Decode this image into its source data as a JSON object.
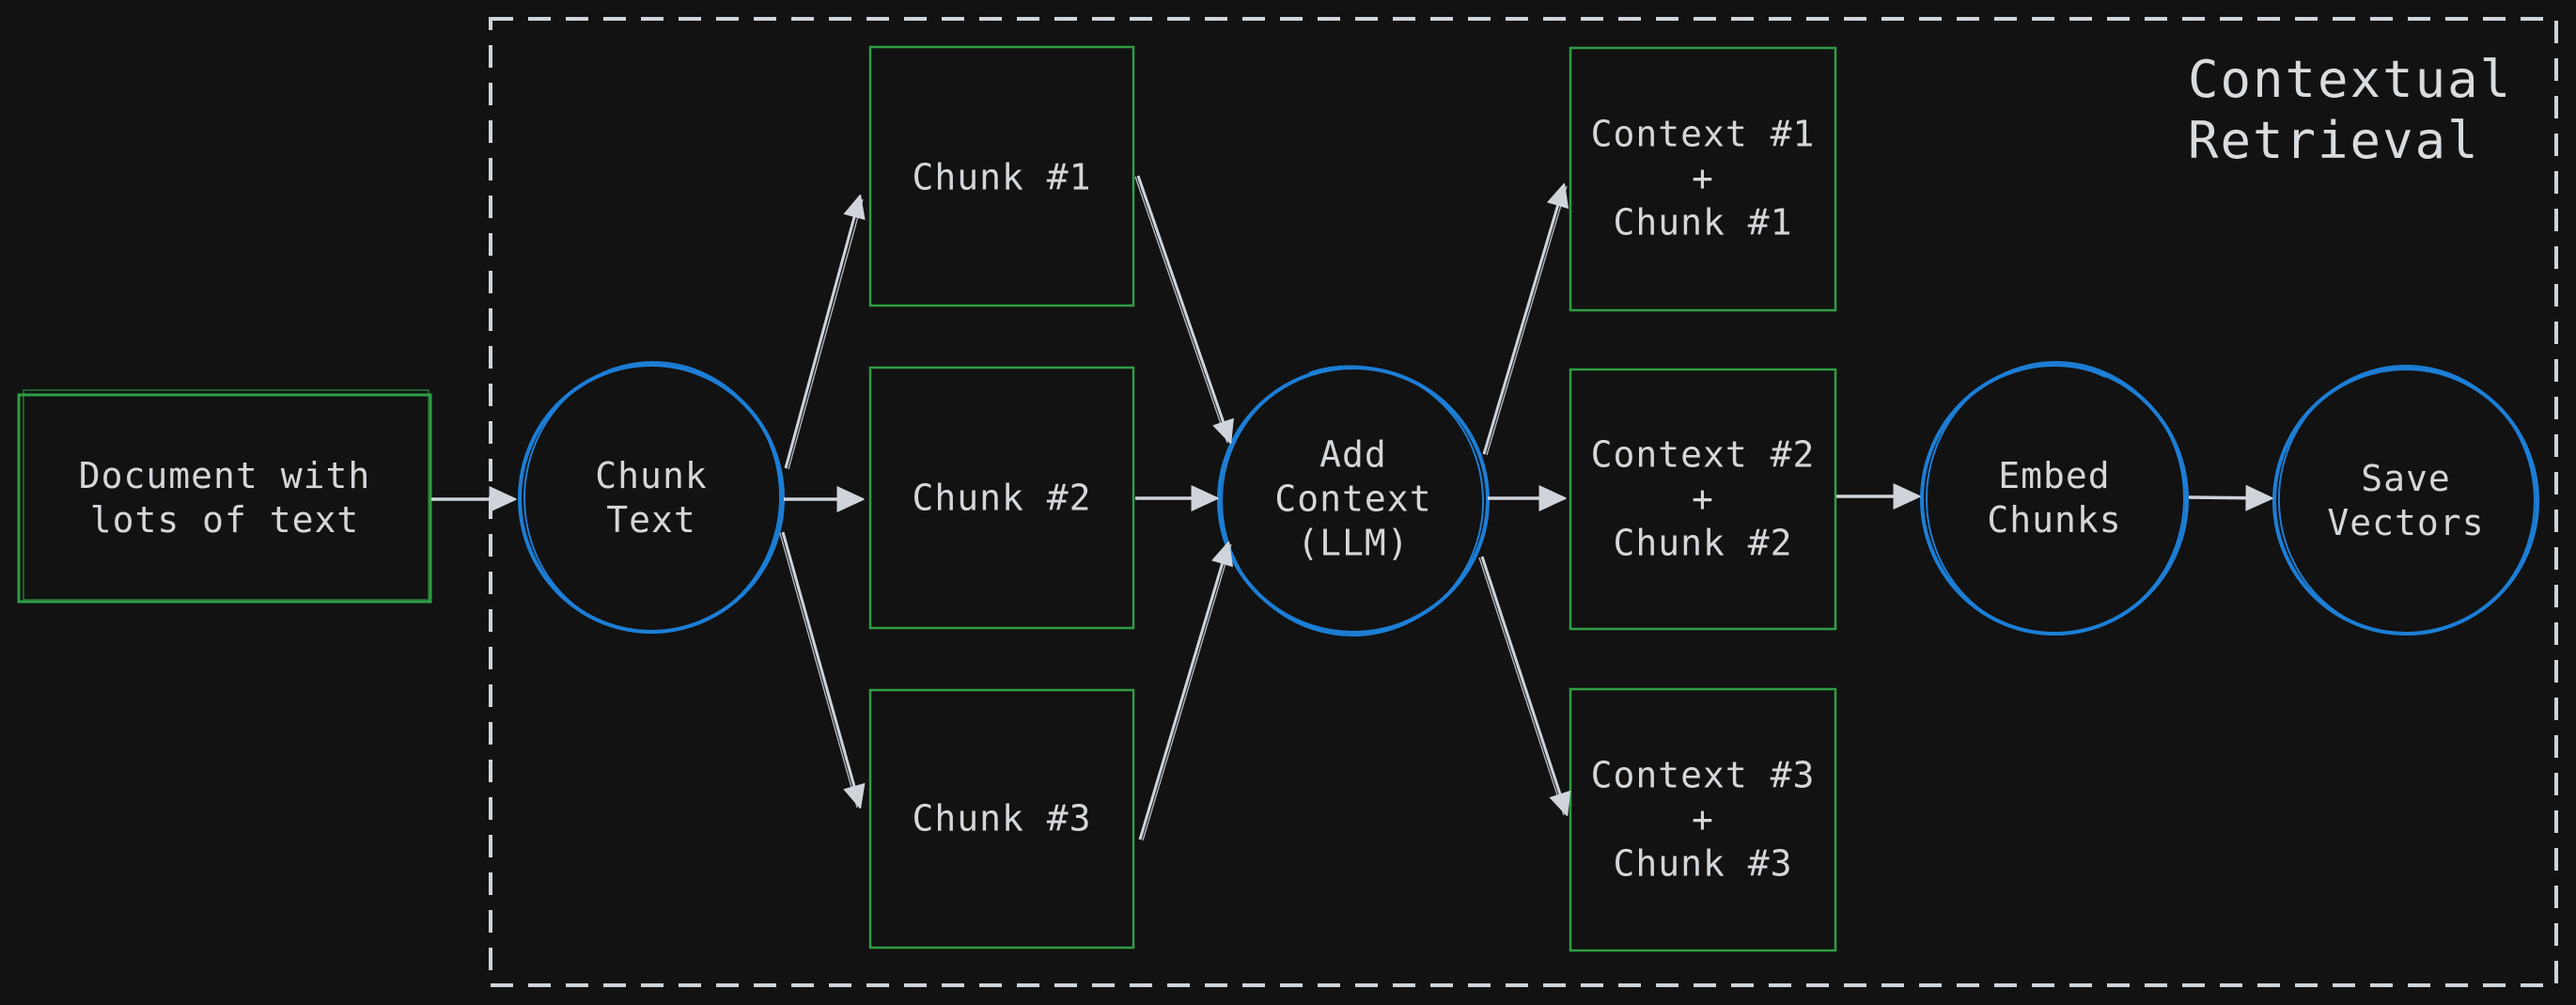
{
  "diagram": {
    "title": "Contextual\nRetrieval",
    "colors": {
      "background": "#121212",
      "green_box_stroke": "#2f9e44",
      "blue_node_stroke": "#1c7ed6",
      "arrow_stroke": "#ced4da",
      "dashed_border": "#ced4da",
      "label_text": "#d4d7da"
    },
    "nodes": [
      {
        "id": "document",
        "label": "Document with\nlots of text",
        "shape": "rectangle",
        "stroke": "green"
      },
      {
        "id": "chunk-text",
        "label": "Chunk\nText",
        "shape": "ellipse",
        "stroke": "blue"
      },
      {
        "id": "chunk-1",
        "label": "Chunk #1",
        "shape": "rectangle",
        "stroke": "green"
      },
      {
        "id": "chunk-2",
        "label": "Chunk #2",
        "shape": "rectangle",
        "stroke": "green"
      },
      {
        "id": "chunk-3",
        "label": "Chunk #3",
        "shape": "rectangle",
        "stroke": "green"
      },
      {
        "id": "add-context",
        "label": "Add\nContext\n(LLM)",
        "shape": "ellipse",
        "stroke": "blue"
      },
      {
        "id": "context-1",
        "label": "Context #1\n+\nChunk #1",
        "shape": "rectangle",
        "stroke": "green"
      },
      {
        "id": "context-2",
        "label": "Context #2\n+\nChunk #2",
        "shape": "rectangle",
        "stroke": "green"
      },
      {
        "id": "context-3",
        "label": "Context #3\n+\nChunk #3",
        "shape": "rectangle",
        "stroke": "green"
      },
      {
        "id": "embed-chunks",
        "label": "Embed\nChunks",
        "shape": "ellipse",
        "stroke": "blue"
      },
      {
        "id": "save-vectors",
        "label": "Save\nVectors",
        "shape": "ellipse",
        "stroke": "blue"
      }
    ],
    "edges": [
      {
        "from": "document",
        "to": "chunk-text"
      },
      {
        "from": "chunk-text",
        "to": "chunk-1"
      },
      {
        "from": "chunk-text",
        "to": "chunk-2"
      },
      {
        "from": "chunk-text",
        "to": "chunk-3"
      },
      {
        "from": "chunk-1",
        "to": "add-context"
      },
      {
        "from": "chunk-2",
        "to": "add-context"
      },
      {
        "from": "chunk-3",
        "to": "add-context"
      },
      {
        "from": "add-context",
        "to": "context-1"
      },
      {
        "from": "add-context",
        "to": "context-2"
      },
      {
        "from": "add-context",
        "to": "context-3"
      },
      {
        "from": "context-2",
        "to": "embed-chunks"
      },
      {
        "from": "embed-chunks",
        "to": "save-vectors"
      }
    ]
  }
}
